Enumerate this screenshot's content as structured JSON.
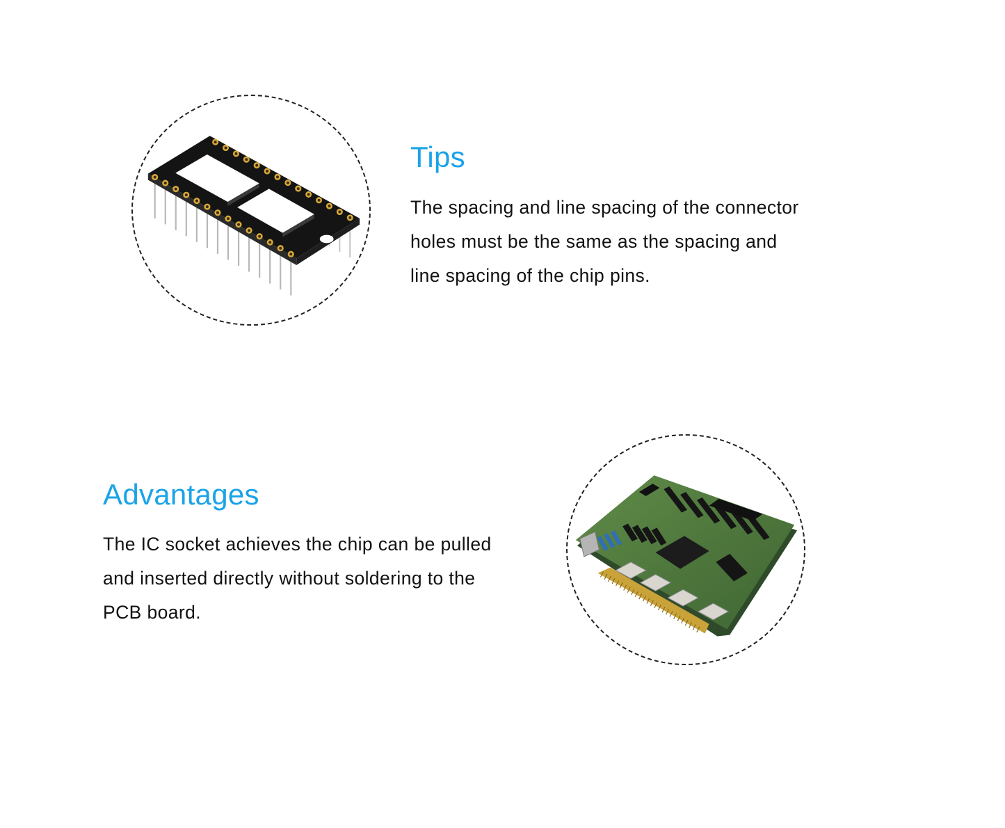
{
  "colors": {
    "heading": "#1aa3e8",
    "text": "#111111",
    "background": "#ffffff"
  },
  "tips": {
    "heading": "Tips",
    "lines": [
      "The spacing and line spacing of the connector",
      "holes must be the same as the spacing and",
      "line spacing of the chip pins."
    ],
    "image": "dip-ic-socket-photo"
  },
  "advantages": {
    "heading": "Advantages",
    "lines": [
      "The IC socket achieves the chip can be pulled",
      "and inserted directly without soldering to the",
      "PCB board."
    ],
    "image": "pcb-board-photo"
  }
}
